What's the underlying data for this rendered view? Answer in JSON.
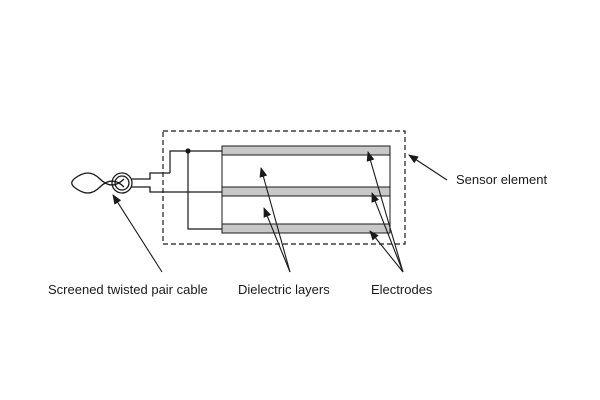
{
  "labels": {
    "cable": "Screened twisted pair cable",
    "dielectric": "Dielectric layers",
    "electrodes": "Electrodes",
    "sensor": "Sensor element"
  },
  "colors": {
    "line": "#1a1a1a",
    "electrode_fill": "#c8c8c8",
    "background": "#ffffff"
  }
}
